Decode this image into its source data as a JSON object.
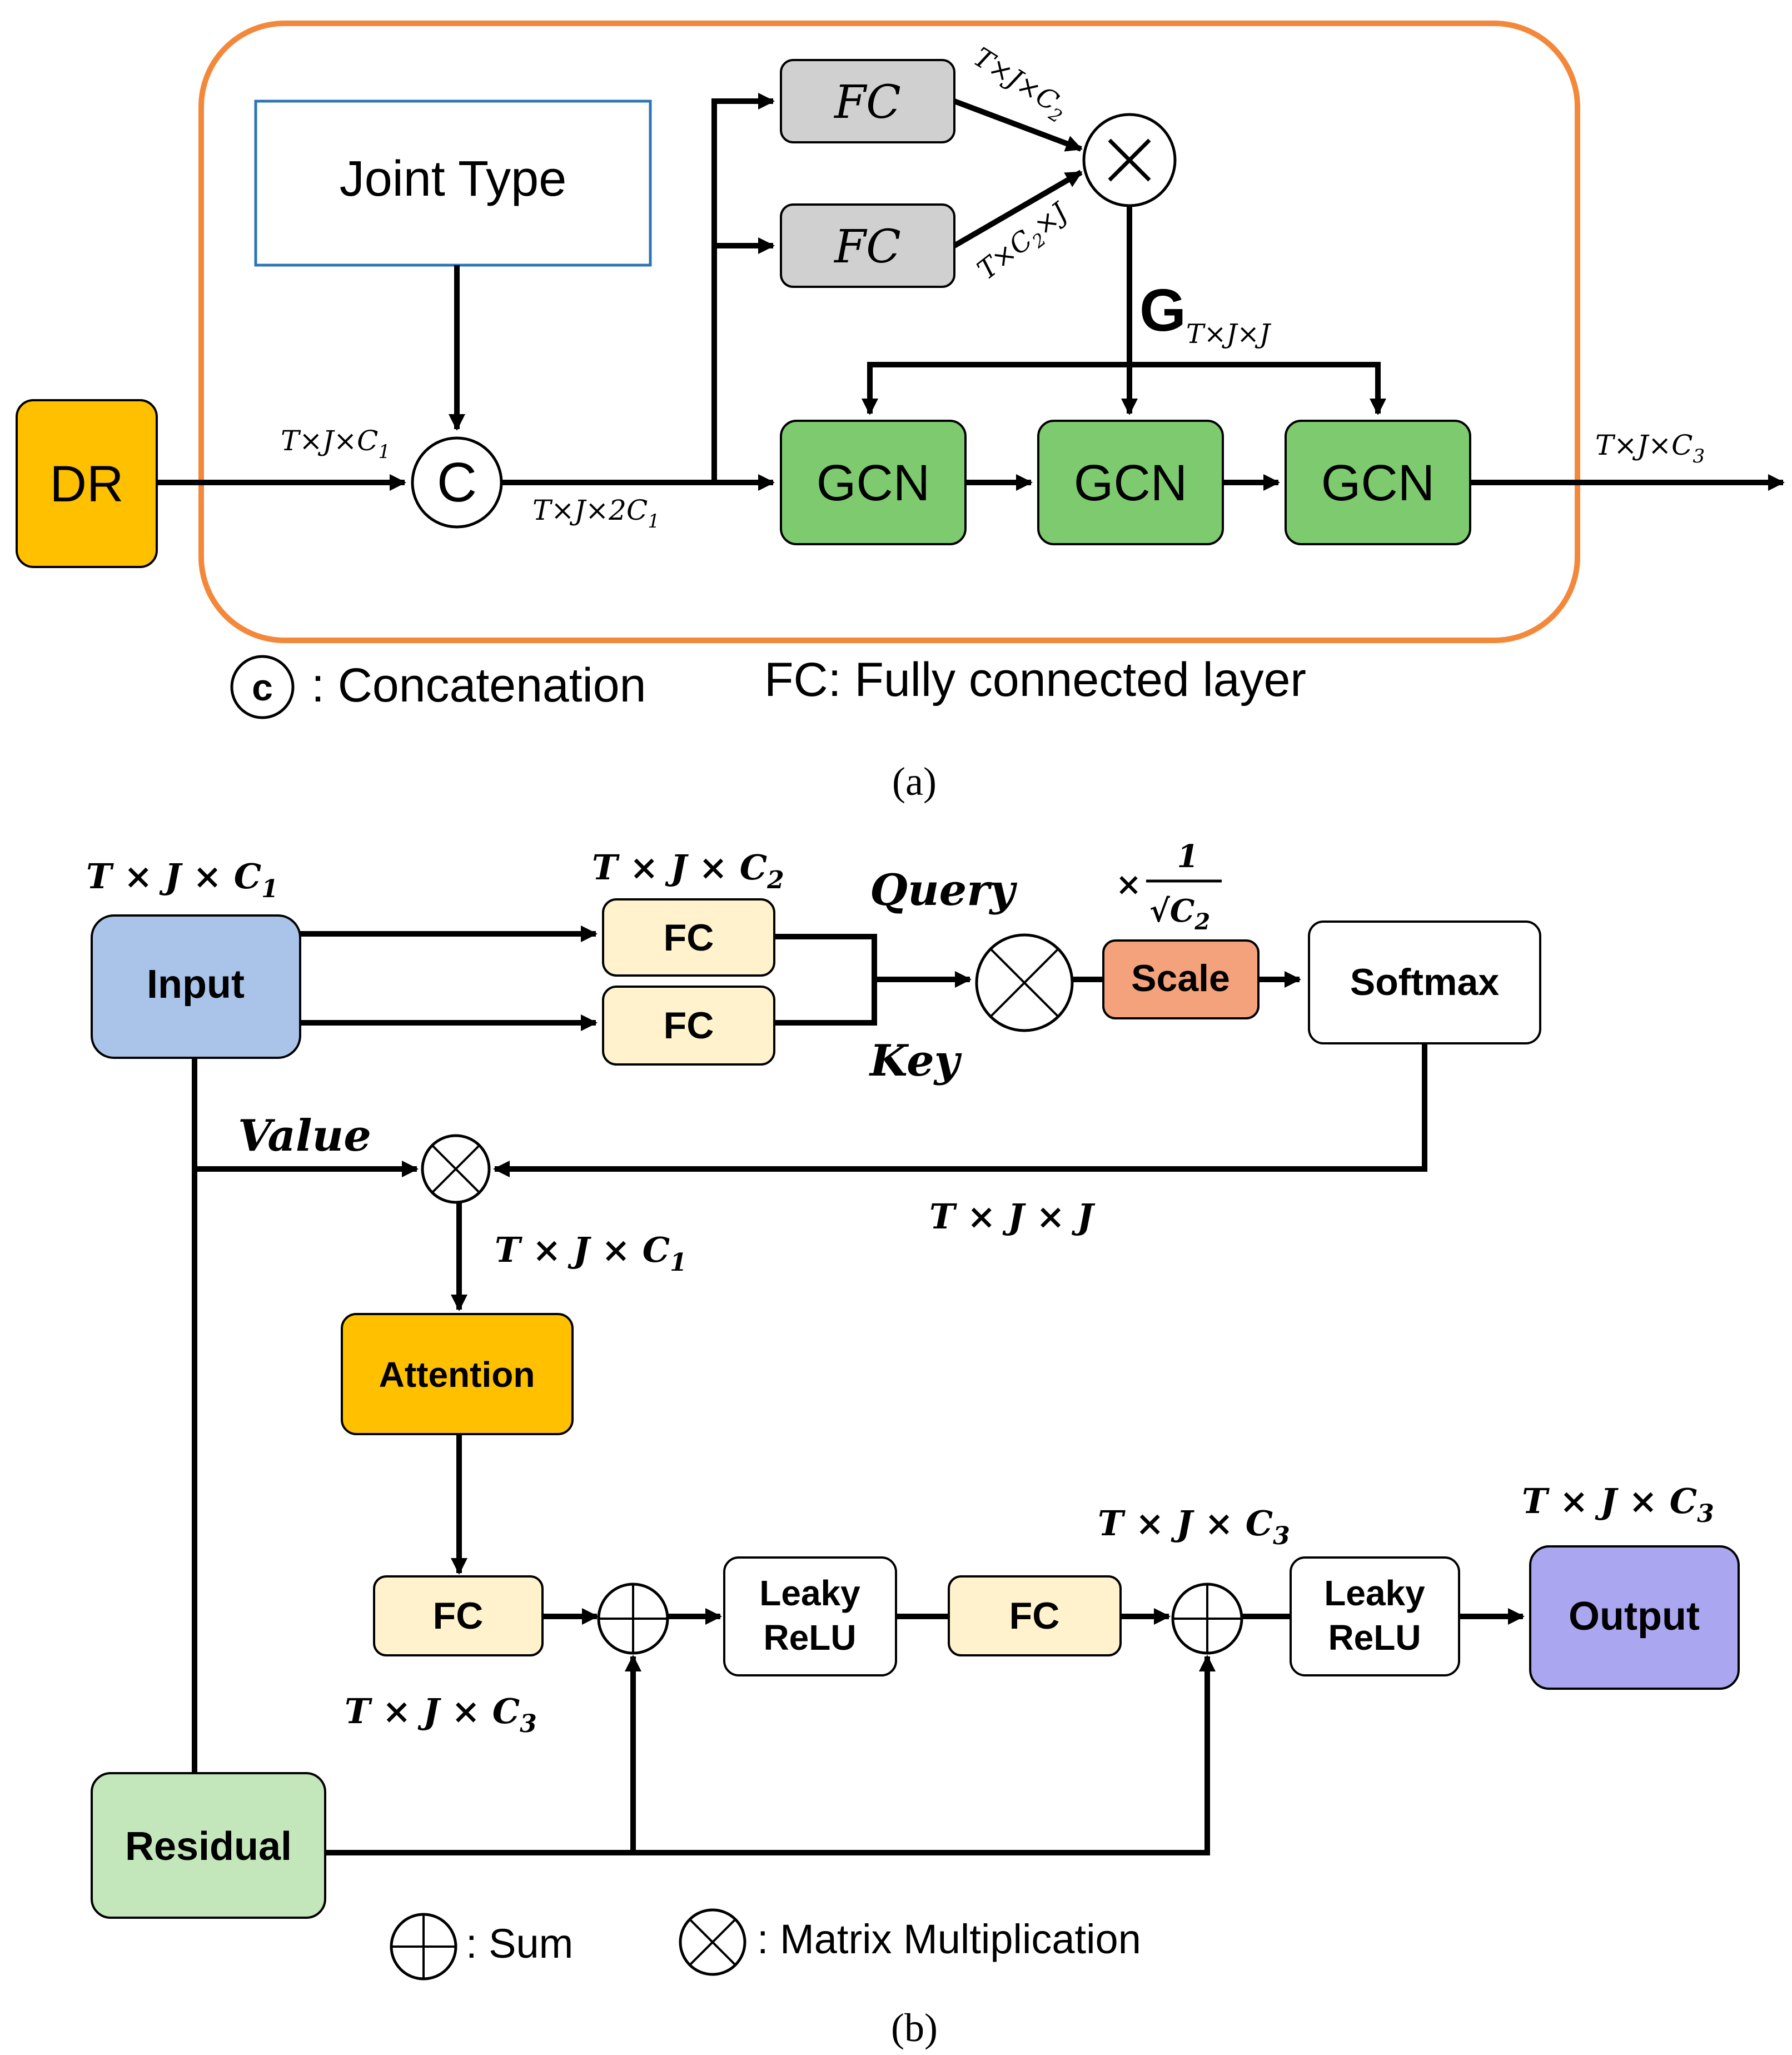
{
  "panel_a": {
    "dr": "DR",
    "joint_type": "Joint Type",
    "concat_symbol": "C",
    "fc_top": "FC",
    "fc_bottom": "FC",
    "gcn_1": "GCN",
    "gcn_2": "GCN",
    "gcn_3": "GCN",
    "graph_symbol": "G",
    "graph_subscript": "T×J×J",
    "dim_in": "T×J×C",
    "dim_in_sub": "1",
    "dim_concat": "T×J×2C",
    "dim_concat_sub": "1",
    "dim_fc_top": "T×J×C",
    "dim_fc_top_sub": "2",
    "dim_fc_bottom": "T×C",
    "dim_fc_bottom_sub": "2",
    "dim_fc_bottom_tail": "×J",
    "dim_out": "T×J×C",
    "dim_out_sub": "3",
    "legend_concat_symbol": "c",
    "legend_concat": ": Concatenation",
    "legend_fc": "FC: Fully connected layer",
    "caption": "(a)"
  },
  "panel_b": {
    "input": "Input",
    "fc_query": "FC",
    "fc_key": "FC",
    "query": "Query",
    "key": "Key",
    "scale_factor_prefix": "×",
    "scale_factor_num": "1",
    "scale_factor_den": "√C",
    "scale_factor_den_sub": "2",
    "scale": "Scale",
    "softmax": "Softmax",
    "value": "Value",
    "attention": "Attention",
    "fc_attn": "FC",
    "leaky1_line1": "Leaky",
    "leaky1_line2": "ReLU",
    "fc_mid": "FC",
    "leaky2_line1": "Leaky",
    "leaky2_line2": "ReLU",
    "output": "Output",
    "residual": "Residual",
    "dim_input": "T × J × C",
    "dim_input_sub": "1",
    "dim_fc": "T × J × C",
    "dim_fc_sub": "2",
    "dim_softmax": "T × J × J",
    "dim_attention": "T × J × C",
    "dim_attention_sub": "1",
    "dim_fc_attn": "T × J × C",
    "dim_fc_attn_sub": "3",
    "dim_sum2": "T × J × C",
    "dim_sum2_sub": "3",
    "dim_output": "T × J × C",
    "dim_output_sub": "3",
    "legend_sum": ": Sum",
    "legend_matmul": ": Matrix Multiplication",
    "caption": "(b)"
  },
  "colors": {
    "orange_border": "#f4883a",
    "dr_fill": "#ffc000",
    "joint_border": "#2e75b6",
    "fc_gray": "#d0d0d0",
    "gcn_green": "#7ecb6f",
    "input_blue": "#a9c4e8",
    "fc_cream": "#fff2cc",
    "scale_orange": "#f4a27c",
    "attention_gold": "#ffc000",
    "output_purple": "#aba6f0",
    "residual_green": "#c4e6bb"
  }
}
